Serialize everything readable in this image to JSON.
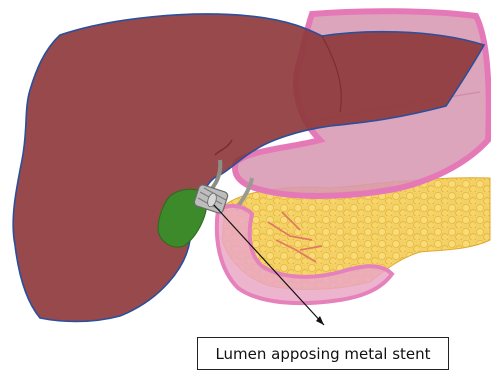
{
  "annotation": {
    "label": "Lumen apposing metal stent"
  },
  "organs": {
    "liver": {
      "icon": "liver-illustration",
      "color": "#8e3a3c"
    },
    "stomach": {
      "icon": "stomach-illustration",
      "color": "#d38ea8"
    },
    "gallbladder": {
      "icon": "gallbladder-illustration",
      "color": "#3c8a2a"
    },
    "pancreas": {
      "icon": "pancreas-illustration",
      "color": "#f1cd5a"
    },
    "duodenum": {
      "icon": "duodenum-illustration",
      "color": "#ec9ac2"
    },
    "stent": {
      "icon": "stent-illustration",
      "color": "#9a9a9a"
    }
  }
}
